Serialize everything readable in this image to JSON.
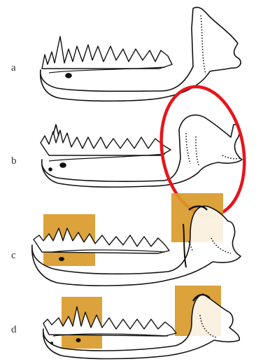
{
  "figure": {
    "labels": [
      "a",
      "b",
      "c",
      "d"
    ]
  },
  "colors": {
    "highlight_box": "#d99a2a",
    "outline": "#111111",
    "annotation_circle": "#e8141b"
  },
  "icons": {
    "jaw": "mandible-drawing",
    "annotation": "red-ellipse"
  }
}
